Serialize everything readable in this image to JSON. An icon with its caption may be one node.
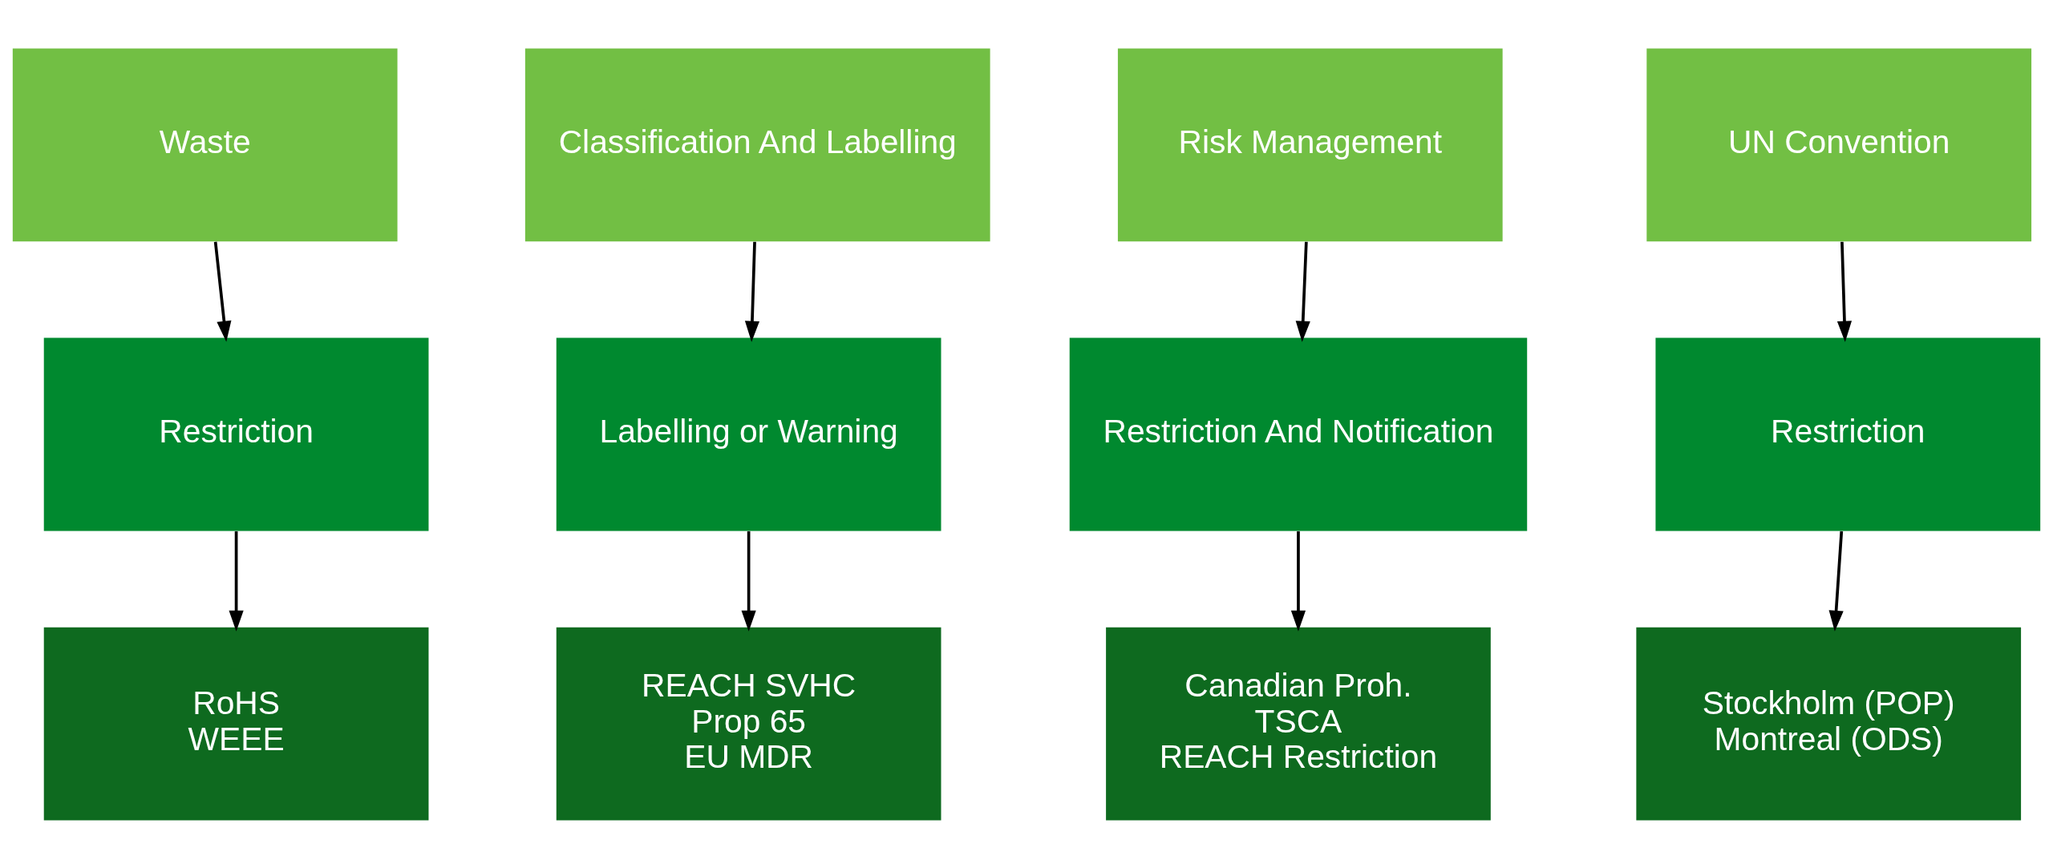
{
  "diagram": {
    "nodes": [
      {
        "text": [
          "Waste"
        ]
      },
      {
        "text": [
          "Classification And Labelling"
        ]
      },
      {
        "text": [
          "Risk Management"
        ]
      },
      {
        "text": [
          "UN Convention"
        ]
      },
      {
        "text": [
          "Restriction"
        ]
      },
      {
        "text": [
          "Labelling or Warning"
        ]
      },
      {
        "text": [
          "Restriction And Notification"
        ]
      },
      {
        "text": [
          "Restriction"
        ]
      },
      {
        "text": [
          "RoHS",
          "WEEE"
        ]
      },
      {
        "text": [
          "REACH SVHC",
          "Prop 65",
          "EU MDR"
        ]
      },
      {
        "text": [
          "Canadian Proh.",
          "TSCA",
          "REACH Restriction"
        ]
      },
      {
        "text": [
          "Stockholm (POP)",
          "Montreal (ODS)"
        ]
      }
    ],
    "edges": [
      {
        "from": 0,
        "to": 4,
        "arrow": "to"
      },
      {
        "from": 4,
        "to": 8,
        "arrow": "to"
      },
      {
        "from": 1,
        "to": 5,
        "arrow": "to"
      },
      {
        "from": 5,
        "to": 9,
        "arrow": "to"
      },
      {
        "from": 2,
        "to": 6,
        "arrow": "to"
      },
      {
        "from": 6,
        "to": 10,
        "arrow": "to"
      },
      {
        "from": 3,
        "to": 7,
        "arrow": "to"
      },
      {
        "from": 7,
        "to": 11,
        "arrow": "to"
      }
    ]
  }
}
